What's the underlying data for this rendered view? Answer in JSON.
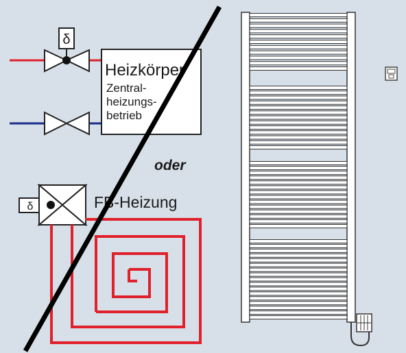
{
  "labels": {
    "heizkoerper": "Heizkörper",
    "zentral_line1": "Zentral-",
    "zentral_line2": "heizungs-",
    "zentral_line3": "betrieb",
    "oder": "oder",
    "fb_heizung": "FB-Heizung",
    "thermostat_symbol": "δ"
  },
  "colors": {
    "background": "#d7e0e8",
    "supply_pipe": "#e0202a",
    "return_pipe": "#1a2a8a",
    "floor_heating": "#e0202a",
    "strike_line": "#000000",
    "outline": "#333333"
  },
  "icons": {
    "valve_top": "motorized-valve-icon",
    "valve_bottom": "valve-icon",
    "valve_floor": "three-way-valve-icon",
    "radiator": "towel-radiator-icon",
    "wall_control": "wall-thermostat-icon"
  }
}
